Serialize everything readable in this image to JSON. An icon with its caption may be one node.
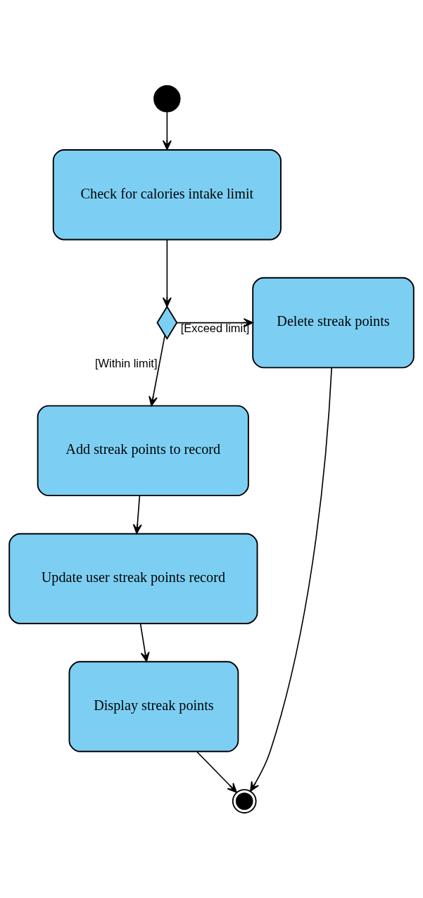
{
  "diagram": {
    "nodes": [
      {
        "text": [],
        "shape": "circle"
      },
      {
        "text": [
          "Check for calories intake limit"
        ]
      },
      {
        "text": [],
        "shape": "diamond"
      },
      {
        "text": [
          "Delete streak points"
        ]
      },
      {
        "text": [
          "Add streak points to record"
        ]
      },
      {
        "text": [
          "Update user streak points record"
        ]
      },
      {
        "text": [
          "Display streak points"
        ]
      },
      {
        "text": [],
        "shape": "circle"
      }
    ],
    "edges": [
      {
        "from": 0,
        "to": 1,
        "arrow": "to"
      },
      {
        "from": 1,
        "to": 2,
        "arrow": "to"
      },
      {
        "from": 2,
        "to": 3,
        "arrow": "to",
        "label": "[Exceed limit]"
      },
      {
        "from": 2,
        "to": 4,
        "arrow": "to",
        "label": "[Within limit]"
      },
      {
        "from": 4,
        "to": 5,
        "arrow": "to"
      },
      {
        "from": 5,
        "to": 6,
        "arrow": "to"
      },
      {
        "from": 6,
        "to": 7,
        "arrow": "to"
      },
      {
        "from": 3,
        "to": 7,
        "arrow": "to"
      }
    ]
  }
}
